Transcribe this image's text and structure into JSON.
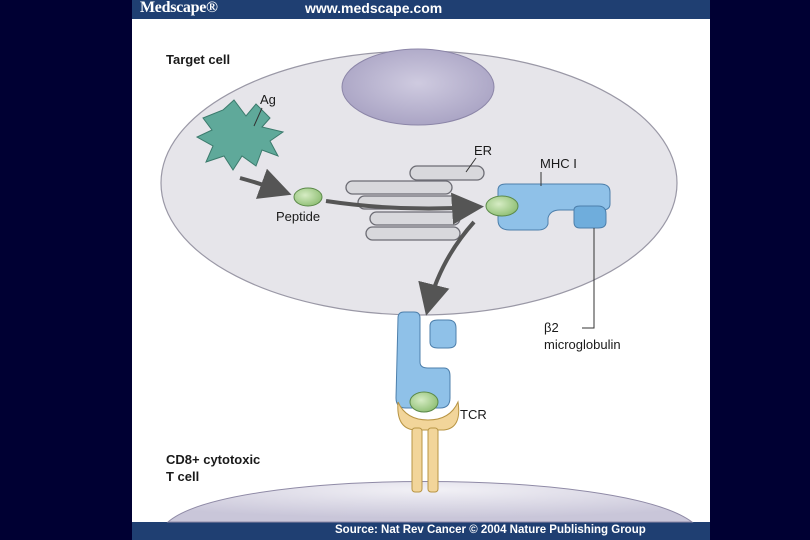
{
  "header": {
    "brand": "Medscape®",
    "url": "www.medscape.com"
  },
  "footer": {
    "source": "Source: Nat Rev Cancer © 2004 Nature Publishing Group"
  },
  "diagram": {
    "target_cell_label": "Target cell",
    "ag_label": "Ag",
    "er_label": "ER",
    "mhc_label": "MHC I",
    "peptide_label": "Peptide",
    "b2_label_line1": "β2",
    "b2_label_line2": "microglobulin",
    "tcr_label": "TCR",
    "tcell_label_line1": "CD8+ cytotoxic",
    "tcell_label_line2": "T cell"
  },
  "colors": {
    "background": "#000033",
    "bar": "#1f3f72",
    "cell": "#e6e5ea",
    "nucleus": "#b6b1cc",
    "er": "#d8d8dc",
    "antigen": "#5fa99a",
    "peptide": "#b5d79c",
    "mhc": "#8fc1e8",
    "tcr_stem": "#f2d59a",
    "arrow": "#555555"
  }
}
